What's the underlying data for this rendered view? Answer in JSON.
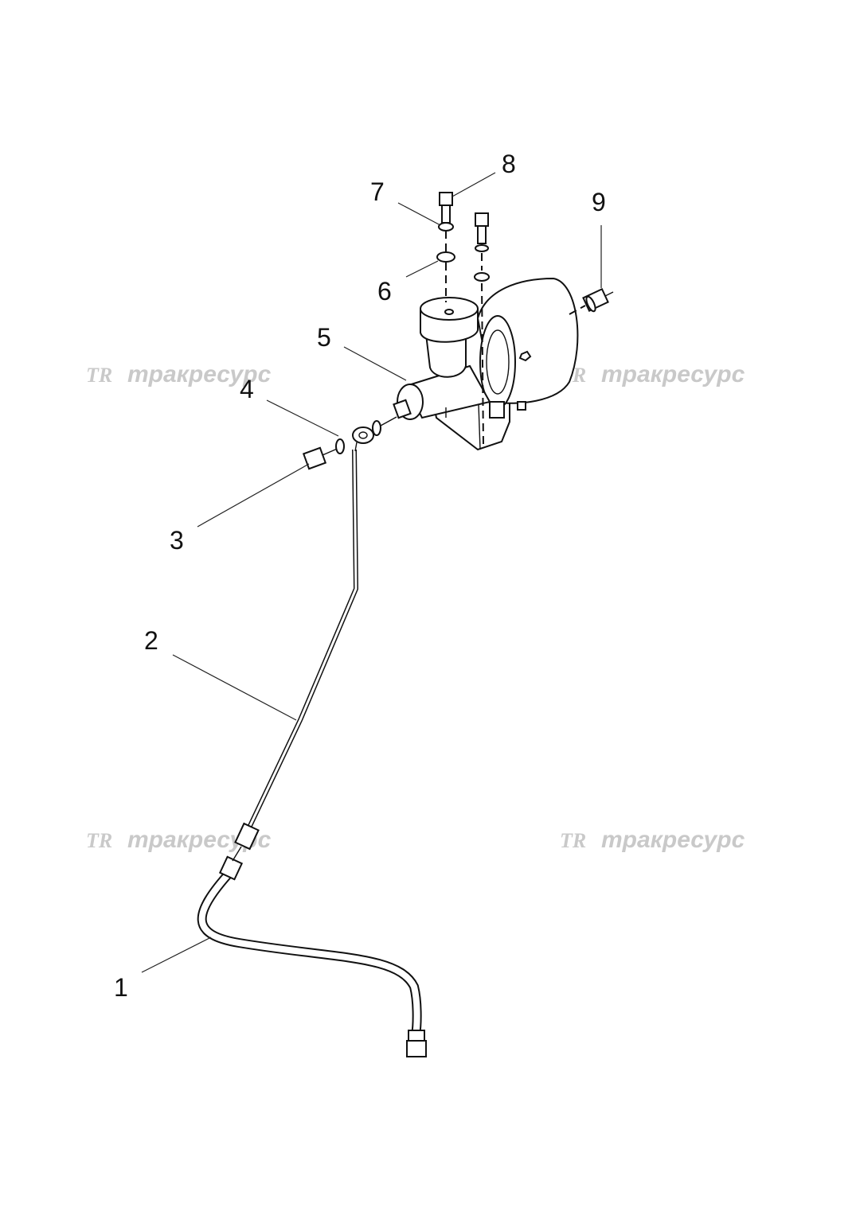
{
  "callouts": [
    {
      "label": "1",
      "name": "callout-1-hose"
    },
    {
      "label": "2",
      "name": "callout-2-tube"
    },
    {
      "label": "3",
      "name": "callout-3-banjo-bolt"
    },
    {
      "label": "4",
      "name": "callout-4-washer"
    },
    {
      "label": "5",
      "name": "callout-5-master-cylinder"
    },
    {
      "label": "6",
      "name": "callout-6-washer"
    },
    {
      "label": "7",
      "name": "callout-7-lock-washer"
    },
    {
      "label": "8",
      "name": "callout-8-bolt"
    },
    {
      "label": "9",
      "name": "callout-9-fitting"
    }
  ],
  "watermark": {
    "logo": "TR",
    "text": "тракресурс"
  }
}
